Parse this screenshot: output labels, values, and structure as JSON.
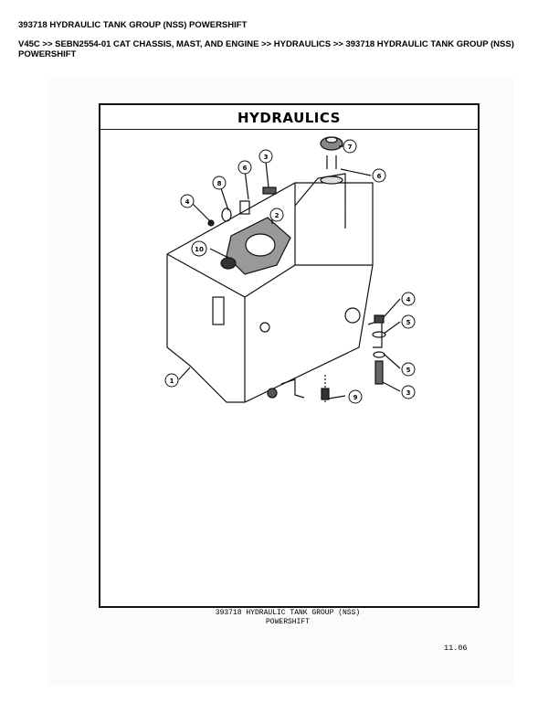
{
  "page_title": "393718 HYDRAULIC TANK GROUP (NSS) POWERSHIFT",
  "breadcrumb": "V45C >> SEBN2554-01 CAT CHASSIS, MAST, AND ENGINE >> HYDRAULICS >> 393718 HYDRAULIC TANK GROUP (NSS) POWERSHIFT",
  "diagram": {
    "header": "HYDRAULICS",
    "callouts": [
      "7",
      "3",
      "6",
      "8",
      "4",
      "2",
      "6",
      "10",
      "1",
      "4",
      "5",
      "5",
      "3",
      "9"
    ],
    "caption_line1": "393718 HYDRAULIC TANK GROUP (NSS)",
    "caption_line2": "POWERSHIFT",
    "page_number": "11.06"
  }
}
